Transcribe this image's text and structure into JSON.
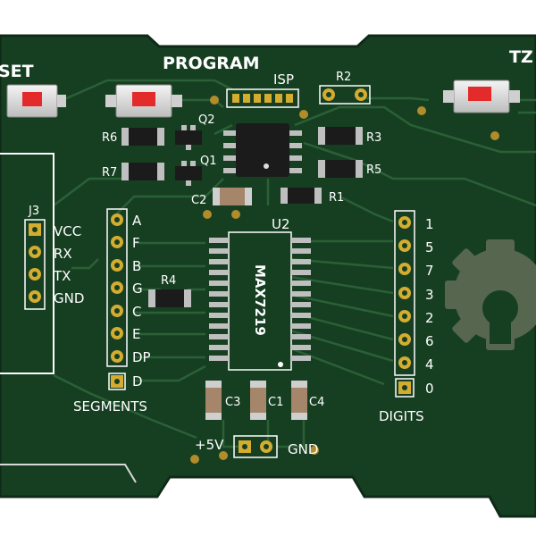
{
  "labels": {
    "reset": "SET",
    "program": "PROGRAM",
    "tz": "TZ",
    "isp": "ISP",
    "r2": "R2",
    "q2": "Q2",
    "q1": "Q1",
    "r6": "R6",
    "r7": "R7",
    "r3": "R3",
    "r5": "R5",
    "c2": "C2",
    "r1": "R1",
    "u2": "U2",
    "ic": "MAX7219",
    "j3": "J3",
    "vcc": "VCC",
    "rx": "RX",
    "tx": "TX",
    "gnd_left": "GND",
    "r4": "R4",
    "seg_a": "A",
    "seg_f": "F",
    "seg_b": "B",
    "seg_g": "G",
    "seg_c": "C",
    "seg_e": "E",
    "seg_dp": "DP",
    "seg_d": "D",
    "segments": "SEGMENTS",
    "c3": "C3",
    "c1": "C1",
    "c4": "C4",
    "plus5v": "+5V",
    "gnd_bottom": "GND",
    "digits": "DIGITS",
    "d1": "1",
    "d5": "5",
    "d7": "7",
    "d3": "3",
    "d2": "2",
    "d6": "6",
    "d4": "4",
    "d0": "0"
  },
  "colors": {
    "board": "#163f22",
    "board_edge": "#0f2a17",
    "trace": "#2a5e35",
    "pad": "#c9a227",
    "silk": "#ffffff",
    "button_red": "#e32b2b",
    "logo": "#5b6b58"
  }
}
